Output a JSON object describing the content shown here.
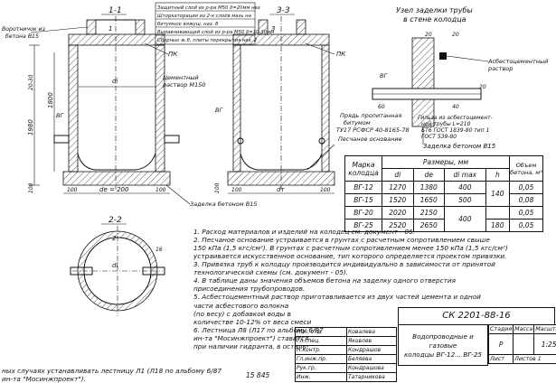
{
  "sections": {
    "s11": "1-1",
    "s33": "3-3",
    "s22": "2-2",
    "m1": "1",
    "m3": "3",
    "m2": "2"
  },
  "layers": [
    "Защитный слой из р-ра М50 δ=20мм наз",
    "Шторкаторация из 2-х слоёв мазь на",
    "битумное вяжущ. наз. 8",
    "Выравнивающий слой из р-ра М50 δ=10-30мм",
    "Сборные ж.б. плиты перекрытия наз. 2"
  ],
  "labels": {
    "vorotnik": "Воротничок из",
    "vorotnik2": "бетона В15",
    "pk1": "ПК",
    "pk2": "ПК",
    "vg1": "ВГ",
    "vg2": "ВГ",
    "vg3": "ВГ",
    "cement": "Цементный",
    "cement2": "раствор М150",
    "di": "di",
    "di2": "di",
    "de": "de = 200",
    "d1": "dт",
    "h1800": "1800",
    "h1980": "1980",
    "h100a": "100",
    "h100b": "100",
    "h2030": "20-30",
    "h16": "16",
    "w100a": "100",
    "w100b": "100",
    "w100c": "100",
    "w100d": "100",
    "zadelka": "Заделка бетоном В15",
    "zadelka2": "Заделка бетоном В15",
    "prjad": "Прядь пропитанная",
    "prjad2": "битумом",
    "prjad3": "ТУ17 РСФСР 40-8165-78",
    "pesch": "Песчаное основание",
    "uzel1": "Узел заделки трубы",
    "uzel2": "в стене колодца",
    "asbest1": "Асбестоцементный",
    "asbest2": "раствор",
    "gilza1": "Гильза из асбестоцемент-",
    "gilza2": "ной трубы L=210",
    "gilza3": "БТ6 ГОСТ 1839-80 тип 1",
    "gilza4": "ГОСТ 539-80",
    "n20a": "20",
    "n20b": "20",
    "n60": "60",
    "n40": "40",
    "n20c": "20"
  },
  "dims_table": {
    "h_marka": "Марка колодца",
    "h_razmery": "Размеры, мм",
    "h_obem": "Объем бетона, м³",
    "h_di": "di",
    "h_de": "de",
    "h_dimax": "di max",
    "h_h": "h",
    "rows": [
      {
        "m": "ВГ-12",
        "di": "1270",
        "de": "1380",
        "dmax": "400",
        "h": "",
        "v": "0,05"
      },
      {
        "m": "ВГ-15",
        "di": "1520",
        "de": "1650",
        "dmax": "500",
        "h": "",
        "v": "0,08"
      },
      {
        "m": "ВГ-20",
        "di": "2020",
        "de": "2150",
        "dmax": "",
        "h": "",
        "v": "0,05"
      },
      {
        "m": "ВГ-25",
        "di": "2520",
        "de": "2650",
        "dmax": "",
        "h": "180",
        "v": "0,05"
      }
    ],
    "h140": "140",
    "d400": "400"
  },
  "notes": [
    "1. Расход материалов и изделий на колодец см. документ - 06.",
    "2. Песчаное основание устраивается в грунтах с расчетным сопротивлением свыше",
    "   150 кПа (1,5 кгс/см²). В грунтах с расчетным сопротивлением менее 150 кПа (1,5 кгс/см²)",
    "   устраивается искусственное основание, тип которого определяется проектом привязки.",
    "3. Привязка труб к колодцу производится индивидуально в зависимости от принятой",
    "   технологической схемы (см. документ - 05).",
    "4. В таблице даны значения объемов бетона на заделку одного отверстия",
    "   присоединения трубопроводов.",
    "5. Асбестоцементный раствор приготавливается из двух частей цемента и одной"
  ],
  "notes_left": [
    "части асбестового волокна",
    "(по весу) с добавкой воды в",
    "количестве  10-12% от веса смеси",
    "6. Лестница  Л8 (Л17 по альбому 6/87",
    "ин-та  \"Мосинжпроект\") ставится",
    "при наличии гидранта, в осталь-",
    "ных случаях устанавливать   лестницу  Л1 (Л18 по альбому 6/87",
    "ин-та  \"Мосинжпроект\")."
  ],
  "title_block": {
    "code": "СК 2201-88-16",
    "name1": "Водопроводные и газовые",
    "name2": "колодцы  ВГ-12... ВГ-25",
    "stadiya": "Стадия",
    "massa": "Масса",
    "masshtab": "Масштаб",
    "st_val": "Р",
    "scale": "1:25",
    "list": "Лист",
    "listov": "Листов 1",
    "roles": [
      "Нач. отд.",
      "Гл.спец.",
      "Н.контр.",
      "Гл.инж.пр.",
      "Рук.гр.",
      "Инж."
    ],
    "names": [
      "Ковалева",
      "Яковлев",
      "Кондрашов",
      "Беляева",
      "Кондрашова",
      "Татарникова"
    ],
    "inv": "15 845"
  }
}
